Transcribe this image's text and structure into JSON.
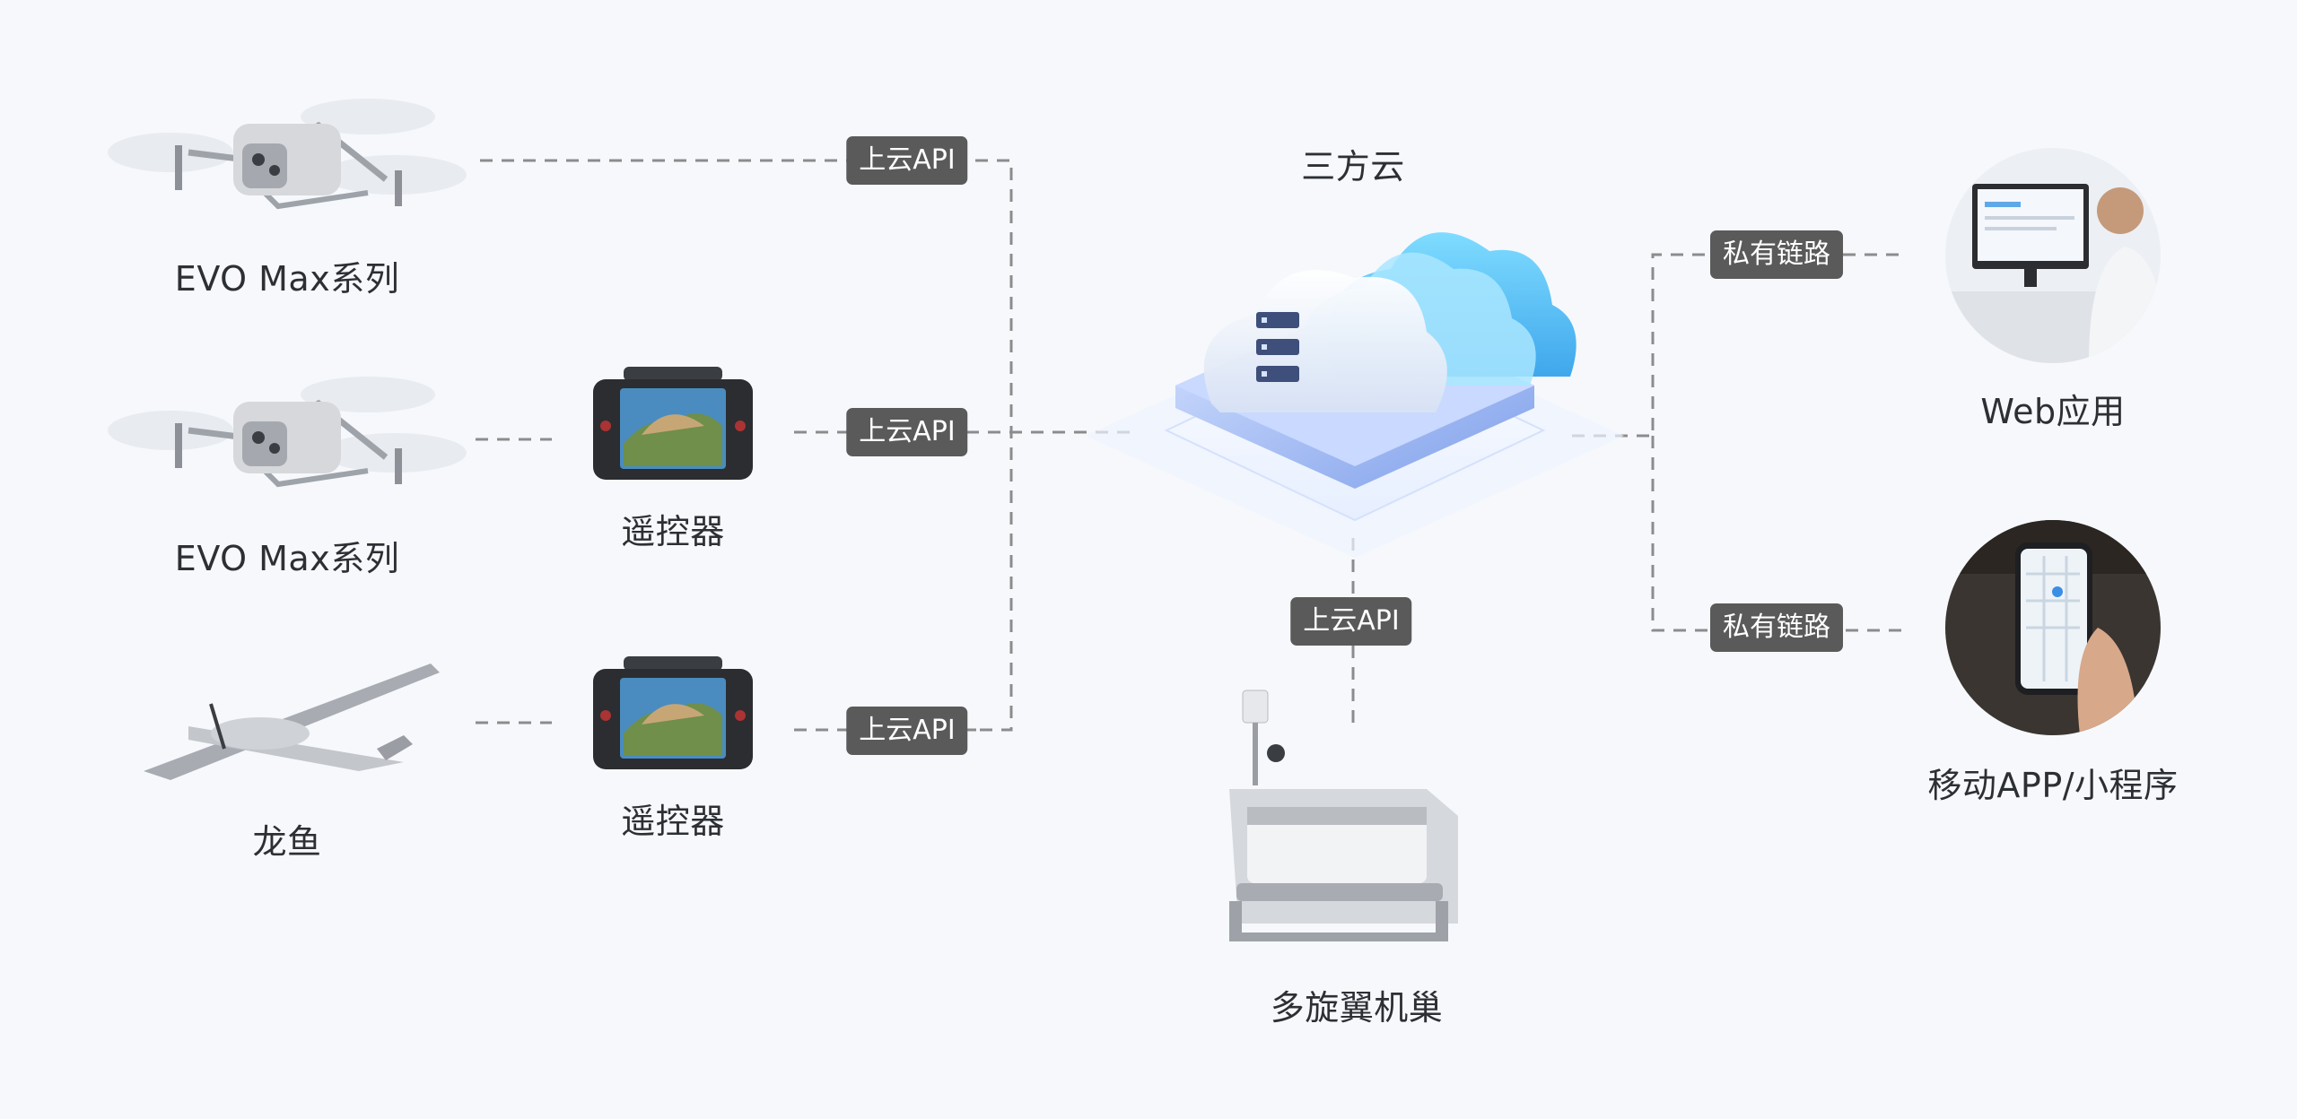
{
  "title": "三方云",
  "devices": {
    "drone1_label": "EVO Max系列",
    "drone2_label": "EVO Max系列",
    "fixedwing_label": "龙鱼",
    "rc1_label": "遥控器",
    "rc2_label": "遥控器",
    "dock_label": "多旋翼机巢",
    "web_label": "Web应用",
    "mobile_label": "移动APP/小程序"
  },
  "links": {
    "api_1": "上云API",
    "api_2": "上云API",
    "api_3": "上云API",
    "api_dock": "上云API",
    "private_1": "私有链路",
    "private_2": "私有链路"
  },
  "colors": {
    "background": "#f6f8fc",
    "tag_bg": "#5a5a5a",
    "line": "#8c8c8c",
    "cloud_blue": "#5fc3f2",
    "platform_blue": "#8faeed"
  }
}
